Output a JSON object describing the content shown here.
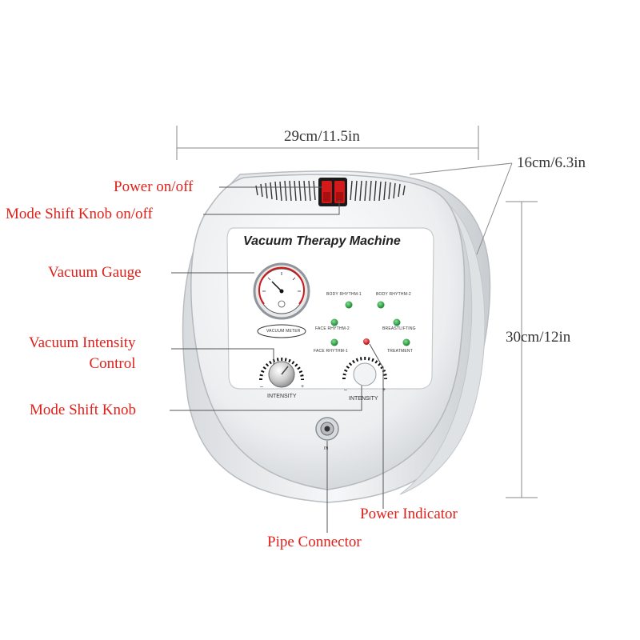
{
  "dimensions": {
    "width": "29cm/11.5in",
    "depth": "16cm/6.3in",
    "height": "30cm/12in"
  },
  "panel": {
    "title": "Vacuum Therapy Machine",
    "meter_label": "VACUUM METER",
    "intensity_left": "INTENSITY",
    "intensity_right": "INTENSITY",
    "minus": "–",
    "plus": "+",
    "inlet": "IN",
    "modes": [
      {
        "label": "BODY RHYTHM-1"
      },
      {
        "label": "BODY RHYTHM-2"
      },
      {
        "label": "FACE RHYTHM-2"
      },
      {
        "label": "BREASTLIFTING"
      },
      {
        "label": "FACE RHYTHM-1"
      },
      {
        "label": "TREATMENT"
      }
    ]
  },
  "callouts": {
    "power_onoff": "Power on/off",
    "mode_shift_onoff": "Mode Shift Knob on/off",
    "vacuum_gauge": "Vacuum Gauge",
    "vacuum_intensity_line1": "Vacuum Intensity",
    "vacuum_intensity_line2": "Control",
    "mode_shift_knob": "Mode Shift Knob",
    "power_indicator": "Power Indicator",
    "pipe_connector": "Pipe Connector"
  },
  "colors": {
    "callout_text": "#e0201a",
    "led_green": "#1e9c3a",
    "led_red": "#d01818",
    "switch_red": "#d31a1a"
  }
}
